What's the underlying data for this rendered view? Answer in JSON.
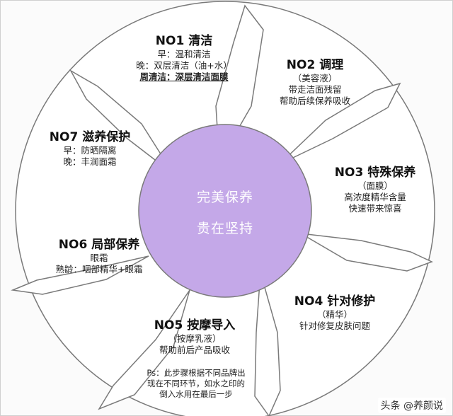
{
  "center": {
    "line1": "完美保养",
    "line2": "贵在坚持"
  },
  "steps": [
    {
      "title": "NO1 清洁",
      "lines": [
        "早：温和清洁",
        "晚：双层清洁（油+水）",
        "周清洁：深层清洁面膜"
      ]
    },
    {
      "title": "NO2 调理",
      "lines": [
        "（美容液）",
        "带走洁面残留",
        "帮助后续保养吸收"
      ]
    },
    {
      "title": "NO3 特殊保养",
      "lines": [
        "（面膜）",
        "高浓度精华含量",
        "快速带来惊喜"
      ]
    },
    {
      "title": "NO4 针对修护",
      "lines": [
        "（精华）",
        "针对修复皮肤问题"
      ]
    },
    {
      "title": "NO5 按摩导入",
      "lines": [
        "（按摩乳液）",
        "帮助前后产品吸收"
      ]
    },
    {
      "title": "NO6 局部保养",
      "lines": [
        "眼霜",
        "熟龄：咽部精华+眼霜"
      ]
    },
    {
      "title": "NO7 滋养保护",
      "lines": [
        "早：防晒隔离",
        "晚：丰润面霜"
      ]
    }
  ],
  "note": [
    "Ps：此步骤根据不同品牌出",
    "现在不同环节，如水之印的",
    "倒入水用在最后一步"
  ],
  "watermark": "头条 @养颜说",
  "colors": {
    "center_fill": "#c4a8e8",
    "outline": "#7a7a7a",
    "segment_fill": "#ffffff"
  }
}
